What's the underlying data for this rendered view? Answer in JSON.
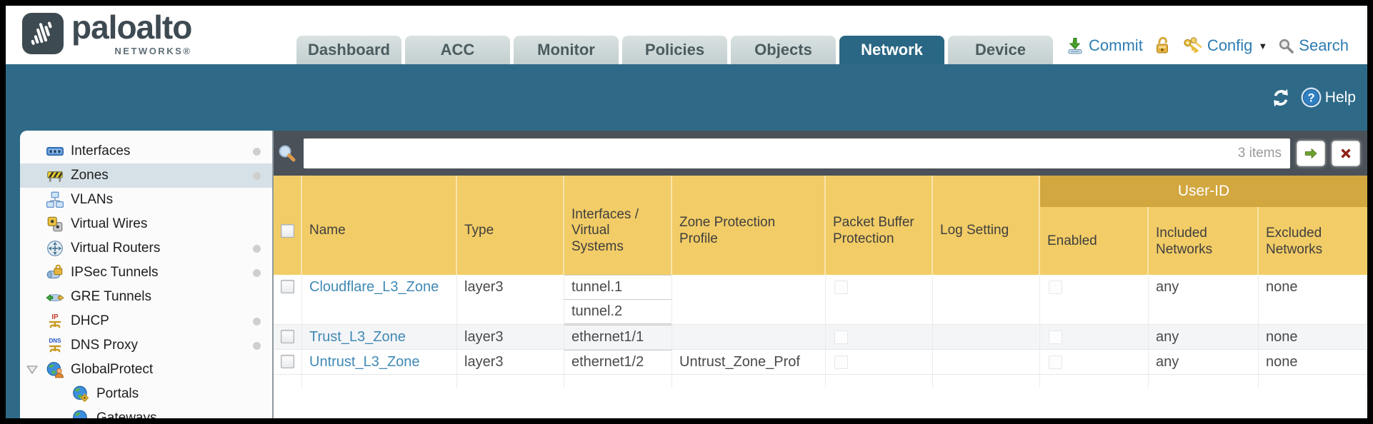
{
  "brand": {
    "name": "paloalto",
    "sub": "NETWORKS®"
  },
  "tabs": [
    {
      "label": "Dashboard",
      "active": false
    },
    {
      "label": "ACC",
      "active": false
    },
    {
      "label": "Monitor",
      "active": false
    },
    {
      "label": "Policies",
      "active": false
    },
    {
      "label": "Objects",
      "active": false
    },
    {
      "label": "Network",
      "active": true
    },
    {
      "label": "Device",
      "active": false
    }
  ],
  "top_actions": {
    "commit": "Commit",
    "config": "Config",
    "search": "Search"
  },
  "band": {
    "help": "Help"
  },
  "filter": {
    "value": "",
    "count": "3 items"
  },
  "sidebar": {
    "items": [
      {
        "label": "Interfaces",
        "icon": "interfaces-icon",
        "dot": true,
        "selected": false,
        "indent": 0,
        "expander": false
      },
      {
        "label": "Zones",
        "icon": "zones-icon",
        "dot": true,
        "selected": true,
        "indent": 0,
        "expander": false
      },
      {
        "label": "VLANs",
        "icon": "vlans-icon",
        "dot": false,
        "selected": false,
        "indent": 0,
        "expander": false
      },
      {
        "label": "Virtual Wires",
        "icon": "virtual-wires-icon",
        "dot": false,
        "selected": false,
        "indent": 0,
        "expander": false
      },
      {
        "label": "Virtual Routers",
        "icon": "virtual-routers-icon",
        "dot": true,
        "selected": false,
        "indent": 0,
        "expander": false
      },
      {
        "label": "IPSec Tunnels",
        "icon": "ipsec-tunnels-icon",
        "dot": true,
        "selected": false,
        "indent": 0,
        "expander": false
      },
      {
        "label": "GRE Tunnels",
        "icon": "gre-tunnels-icon",
        "dot": false,
        "selected": false,
        "indent": 0,
        "expander": false
      },
      {
        "label": "DHCP",
        "icon": "dhcp-icon",
        "dot": true,
        "selected": false,
        "indent": 0,
        "expander": false
      },
      {
        "label": "DNS Proxy",
        "icon": "dns-proxy-icon",
        "dot": true,
        "selected": false,
        "indent": 0,
        "expander": false
      },
      {
        "label": "GlobalProtect",
        "icon": "globalprotect-icon",
        "dot": false,
        "selected": false,
        "indent": 0,
        "expander": true
      },
      {
        "label": "Portals",
        "icon": "portals-icon",
        "dot": false,
        "selected": false,
        "indent": 1,
        "expander": false
      },
      {
        "label": "Gateways",
        "icon": "gateways-icon",
        "dot": false,
        "selected": false,
        "indent": 1,
        "expander": false
      }
    ]
  },
  "table": {
    "group_header": "User-ID",
    "columns": [
      "Name",
      "Type",
      "Interfaces / Virtual Systems",
      "Zone Protection Profile",
      "Packet Buffer Protection",
      "Log Setting",
      "Enabled",
      "Included Networks",
      "Excluded Networks"
    ],
    "rows": [
      {
        "name": "Cloudflare_L3_Zone",
        "type": "layer3",
        "interfaces": [
          "tunnel.1",
          "tunnel.2"
        ],
        "zone_protection_profile": "",
        "packet_buffer_protection": false,
        "log_setting": "",
        "user_id_enabled": false,
        "included_networks": "any",
        "excluded_networks": "none"
      },
      {
        "name": "Trust_L3_Zone",
        "type": "layer3",
        "interfaces": [
          "ethernet1/1"
        ],
        "zone_protection_profile": "",
        "packet_buffer_protection": false,
        "log_setting": "",
        "user_id_enabled": false,
        "included_networks": "any",
        "excluded_networks": "none"
      },
      {
        "name": "Untrust_L3_Zone",
        "type": "layer3",
        "interfaces": [
          "ethernet1/2"
        ],
        "zone_protection_profile": "Untrust_Zone_Prof",
        "packet_buffer_protection": false,
        "log_setting": "",
        "user_id_enabled": false,
        "included_networks": "any",
        "excluded_networks": "none"
      }
    ]
  },
  "colors": {
    "teal_band": "#2e6a88",
    "active_tab": "#2a6784",
    "filter_bar": "#4a5158",
    "table_header": "#f2cc66",
    "table_header_group": "#d2a73f",
    "link": "#4089b5",
    "sidebar_selected": "#d6e1e7"
  }
}
